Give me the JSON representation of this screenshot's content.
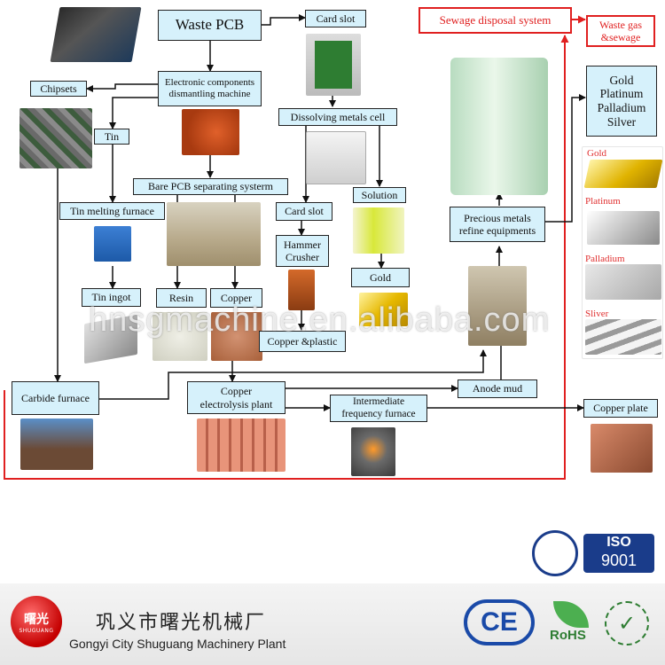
{
  "diagram": {
    "boxes": {
      "waste_pcb": "Waste PCB",
      "dismantling": "Electronic components\ndismantling machine",
      "chipsets": "Chipsets",
      "tin": "Tin",
      "card_slot_top": "Card slot",
      "dissolving": "Dissolving metals cell",
      "bare_pcb": "Bare PCB separating systerm",
      "tin_melting": "Tin melting furnace",
      "card_slot_mid": "Card slot",
      "solution": "Solution",
      "hammer": "Hammer\nCrusher",
      "gold_box": "Gold",
      "tin_ingot": "Tin ingot",
      "resin": "Resin",
      "copper": "Copper",
      "copper_plastic": "Copper &plastic",
      "carbide": "Carbide furnace",
      "copper_electrolysis": "Copper\nelectrolysis plant",
      "intermediate": "Intermediate\nfrequency furnace",
      "anode_mud": "Anode mud",
      "copper_plate": "Copper plate",
      "precious_refine": "Precious metals\nrefine equipments",
      "sewage": "Sewage disposal system",
      "waste_gas": "Waste gas\n&sewage",
      "precious_list": "Gold\nPlatinum\nPalladium\nSilver"
    },
    "metal_labels": [
      "Gold",
      "Platinum",
      "Palladium",
      "Sliver"
    ],
    "watermark": "hnsgmachine.en.alibaba.com"
  },
  "footer": {
    "logo_cn": "曙光",
    "logo_en": "SHUGUANG",
    "company_cn": "巩义市曙光机械厂",
    "company_en": "Gongyi City Shuguang Machinery Plant",
    "iso_brand": "ISO",
    "iso_number": "9001",
    "ce_mark": "CE",
    "rohs_label": "RoHS"
  },
  "colors": {
    "box_fill": "#d6f1fb",
    "red_line": "#e02020",
    "arrow": "#111111"
  }
}
